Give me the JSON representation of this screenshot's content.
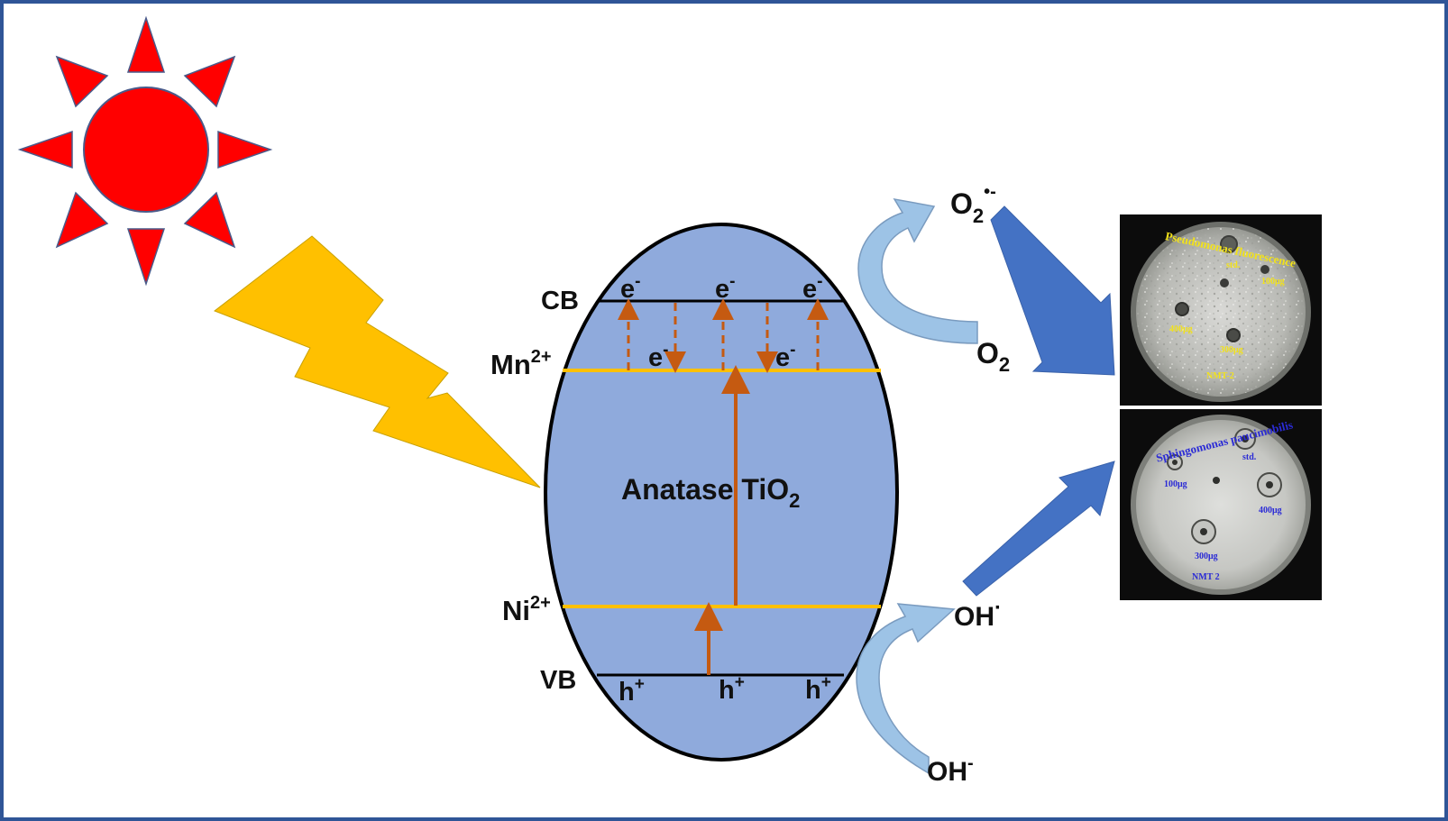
{
  "colors": {
    "frame": "#2f5597",
    "sun": "#ff0000",
    "sun_outline": "#4a5a8a",
    "lightning": "#ffc000",
    "ellipse_fill": "#8faadc",
    "band_line": "#000000",
    "dopant_line": "#ffc000",
    "transition_arrow": "#c55a11",
    "curved_arrow": "#9dc3e6",
    "straight_arrow": "#4472c4"
  },
  "icons": {
    "sun": "sun-icon",
    "lightning": "lightning-bolt-icon"
  },
  "bands": {
    "cb": "CB",
    "mn": {
      "base": "Mn",
      "sup": "2+"
    },
    "ni": {
      "base": "Ni",
      "sup": "2+"
    },
    "vb": "VB"
  },
  "carriers": {
    "electron": {
      "base": "e",
      "sup": "-"
    },
    "hole": {
      "base": "h",
      "sup": "+"
    }
  },
  "semiconductor": {
    "base": "Anatase TiO",
    "sub": "2"
  },
  "species": {
    "superoxide": {
      "base": "O",
      "sub": "2",
      "sup": "•-"
    },
    "oxygen": {
      "base": "O",
      "sub": "2"
    },
    "hydroxyl_radical": {
      "base": "OH",
      "sup": "·"
    },
    "hydroxide": {
      "base": "OH",
      "sup": "-"
    }
  },
  "plates": {
    "top": {
      "organism": "Pseudomonas fluorescence",
      "labels": [
        "std.",
        "100μg",
        "400μg",
        "300μg",
        "NMT-2"
      ]
    },
    "bottom": {
      "organism": "Sphingomonas paucimobilis",
      "labels": [
        "std.",
        "100μg",
        "400μg",
        "300μg",
        "NMT 2"
      ]
    }
  }
}
